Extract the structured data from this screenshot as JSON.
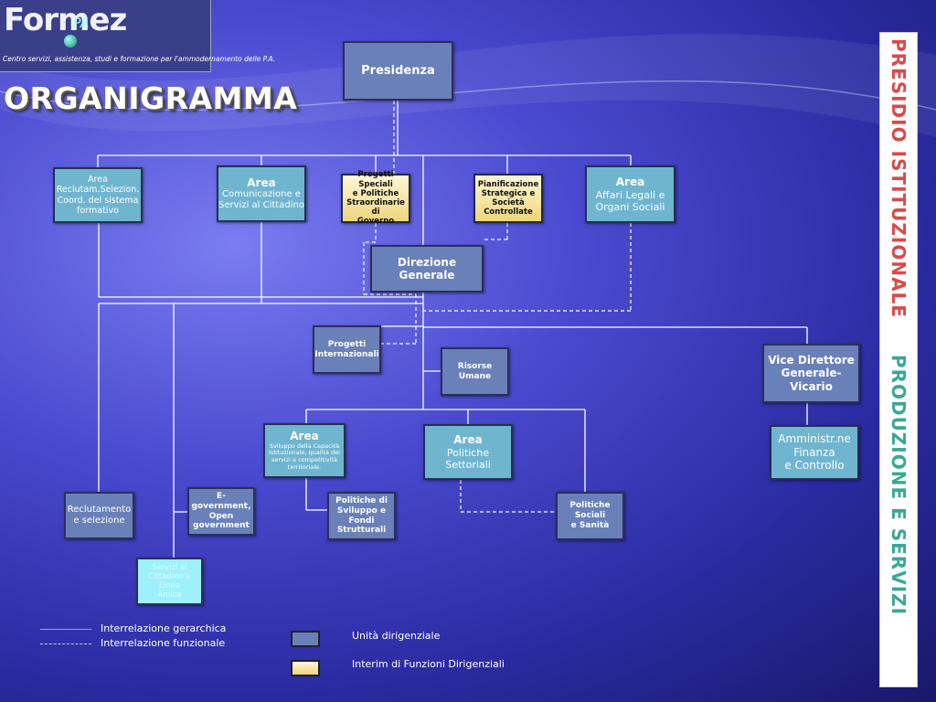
{
  "logo": {
    "name": "Formez",
    "suffix": "PA",
    "tagline": "Centro servizi, assistenza, studi e formazione per l'ammodernamento delle P.A."
  },
  "title": "ORGANIGRAMMA",
  "nodes": {
    "presidenza": "Presidenza",
    "area_reclutam": [
      "Area",
      "Reclutam.Selezion.",
      "Coord. del sistema",
      "formativo"
    ],
    "area_comunicazione": [
      "Area",
      "Comunicazione e",
      "Servizi al Cittadino"
    ],
    "progetti_speciali": [
      "Progetti Speciali",
      "e Politiche",
      "Straordinarie di",
      "Governo"
    ],
    "pianificazione": [
      "Pianificazione",
      "Strategica e",
      "Società",
      "Controllate"
    ],
    "area_affari": [
      "Area",
      "Affari Legali e",
      "Organi Sociali"
    ],
    "direzione_generale": "Direzione Generale",
    "progetti_internazionali": [
      "Progetti",
      "Internazionali"
    ],
    "risorse_umane": "Risorse Umane",
    "vice_direttore": [
      "Vice Direttore",
      "Generale-",
      "Vicario"
    ],
    "area_sviluppo": [
      "Area",
      "Sviluppo della Capacità",
      "Istituzionale, qualità dei",
      "servizi e competitività",
      "territoriale."
    ],
    "area_politiche": [
      "Area",
      "Politiche",
      "Settoriali"
    ],
    "amministrne": [
      "Amministr.ne",
      "Finanza",
      "e Controllo"
    ],
    "reclutamento": [
      "Reclutamento",
      "e selezione"
    ],
    "egovernment": [
      "E-government,",
      "Open",
      "government"
    ],
    "politiche_sviluppo": [
      "Politiche di",
      "Sviluppo e Fondi",
      "Strutturali"
    ],
    "politiche_sociali": [
      "Politiche Sociali",
      "e Sanità"
    ],
    "servizi_cittadino": [
      "Servizi al",
      "Cittadino e Linea",
      "Amica"
    ]
  },
  "side_banner": {
    "line1": "PRESIDIO    ISTITUZIONALE",
    "line2": "PRODUZIONE   E   SERVIZI"
  },
  "legend": {
    "hierarchical": "Interrelazione gerarchica",
    "functional": "Interrelazione funzionale",
    "unit": "Unità dirigenziale",
    "interim": "Interim di Funzioni Dirigenziali"
  },
  "colors": {
    "box_blue": "#6a80b8",
    "box_teal": "#6fb5cf",
    "box_gold": "#eed57a",
    "box_cyan": "#9ef0fb",
    "banner_red": "#d94a4a",
    "banner_green": "#3aa894"
  }
}
